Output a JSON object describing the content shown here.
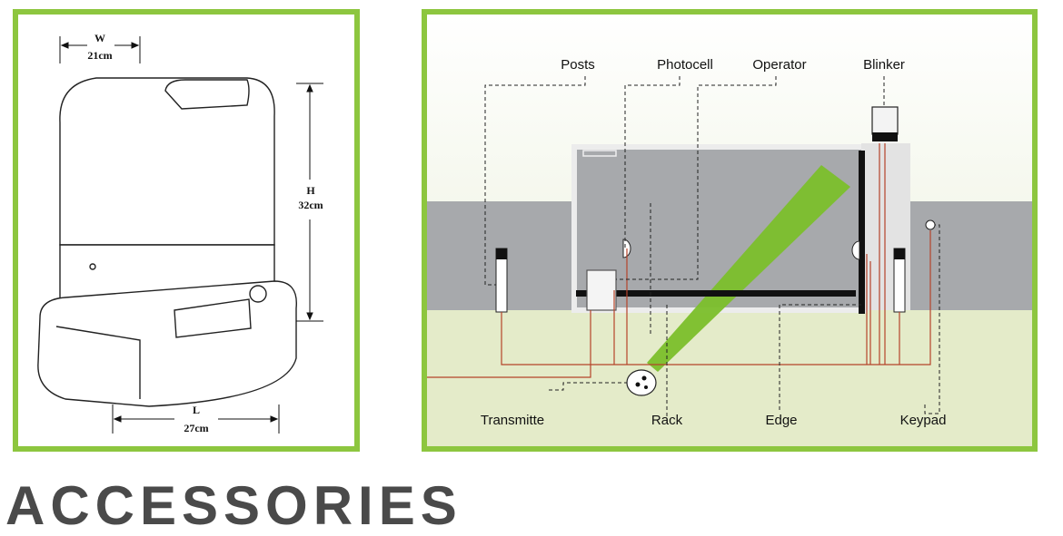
{
  "dimensions": {
    "width_label": "W",
    "width_value": "21cm",
    "height_label": "H",
    "height_value": "32cm",
    "length_label": "L",
    "length_value": "27cm"
  },
  "installation": {
    "labels": {
      "posts": "Posts",
      "photocell": "Photocell",
      "operator": "Operator",
      "blinker": "Blinker",
      "transmitter": "Transmitte",
      "rack": "Rack",
      "edge": "Edge",
      "keypad": "Keypad"
    }
  },
  "footer": {
    "heading": "ACCESSORIES"
  },
  "colors": {
    "frame_green": "#8dc63f",
    "beam_green": "#6fb52c",
    "wire_red": "#b5432a",
    "gate_gray": "#a7a9ac",
    "ground_green": "#e4ebc9"
  }
}
